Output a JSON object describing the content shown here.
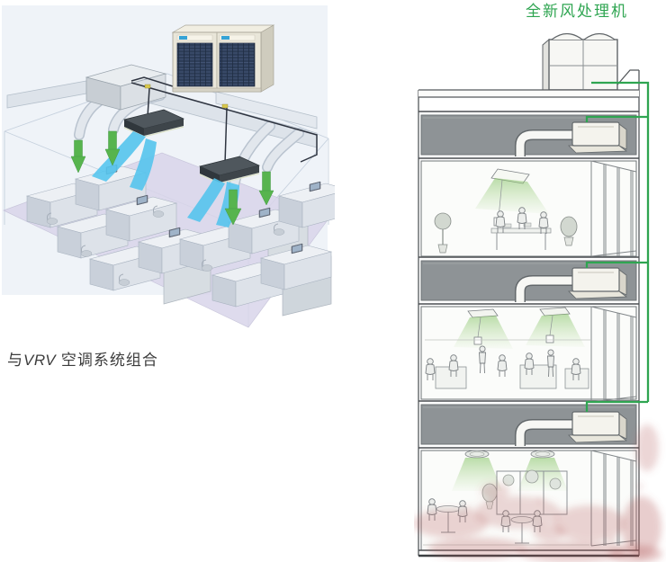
{
  "left_figure": {
    "caption": {
      "prefix": "与",
      "brand": "VRV",
      "suffix": " 空调系统组合"
    }
  },
  "right_figure": {
    "label": "全新风处理机"
  },
  "colors": {
    "accent_green": "#2fa551",
    "caption_text": "#3c3c3c",
    "arrow_green": "#57b44e",
    "air_blue": "#56c5ee",
    "floor_lavender": "#d9d5ea",
    "scene_bg": "#eff3f8",
    "plenum_gray": "#8e9396",
    "line_gray": "#6e7376",
    "grille_navy": "#2d3d58",
    "watermark_red": "#b45a5a"
  },
  "icons": {
    "airflow_down_arrow": "thick green arrow pointing down",
    "airflow_swoosh": "blue curved air stream",
    "connector_line": "green call-out line"
  }
}
